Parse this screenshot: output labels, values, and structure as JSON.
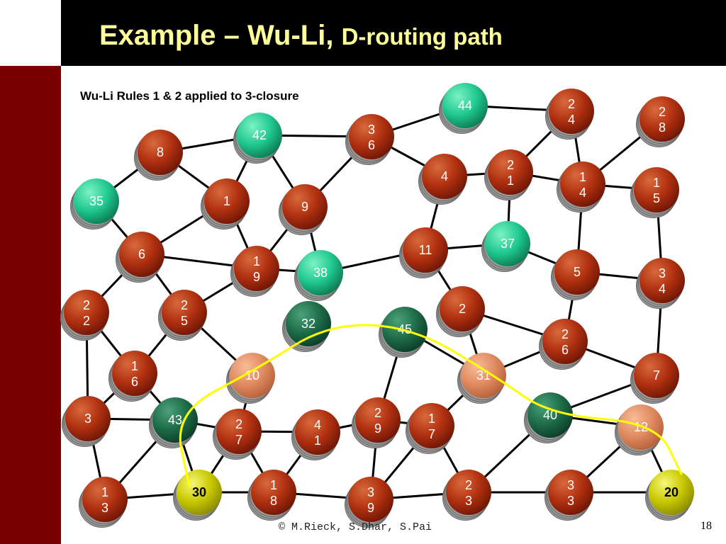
{
  "slide": {
    "title_main": "Example – Wu-Li, ",
    "title_sub": "D-routing path",
    "subtitle": "Wu-Li Rules 1 & 2 applied to 3-closure",
    "copyright": "© M.Rieck, S.Dhar, S.Pai",
    "page_number": "18"
  },
  "colors": {
    "header": "#000000",
    "title": "#ffff99",
    "sidebar": "#7a0000",
    "regular": "#b03010",
    "dominating": "#20c890",
    "path_dominating": "#1e6b48",
    "path_intermediate": "#e08a60",
    "endpoint": "#c8c800",
    "path": "#ffff00"
  },
  "nodes": [
    {
      "id": "44",
      "lines": [
        "44"
      ],
      "type": "dominating"
    },
    {
      "id": "24",
      "lines": [
        "2",
        "4"
      ],
      "type": "regular"
    },
    {
      "id": "28",
      "lines": [
        "2",
        "8"
      ],
      "type": "regular"
    },
    {
      "id": "42",
      "lines": [
        "42"
      ],
      "type": "dominating"
    },
    {
      "id": "36",
      "lines": [
        "3",
        "6"
      ],
      "type": "regular"
    },
    {
      "id": "8",
      "lines": [
        "8"
      ],
      "type": "regular"
    },
    {
      "id": "4",
      "lines": [
        "4"
      ],
      "type": "regular"
    },
    {
      "id": "21",
      "lines": [
        "2",
        "1"
      ],
      "type": "regular"
    },
    {
      "id": "14",
      "lines": [
        "1",
        "4"
      ],
      "type": "regular"
    },
    {
      "id": "15",
      "lines": [
        "1",
        "5"
      ],
      "type": "regular"
    },
    {
      "id": "35",
      "lines": [
        "35"
      ],
      "type": "dominating"
    },
    {
      "id": "1",
      "lines": [
        "1"
      ],
      "type": "regular"
    },
    {
      "id": "9",
      "lines": [
        "9"
      ],
      "type": "regular"
    },
    {
      "id": "11",
      "lines": [
        "11"
      ],
      "type": "regular"
    },
    {
      "id": "37",
      "lines": [
        "37"
      ],
      "type": "dominating"
    },
    {
      "id": "6",
      "lines": [
        "6"
      ],
      "type": "regular"
    },
    {
      "id": "19",
      "lines": [
        "1",
        "9"
      ],
      "type": "regular"
    },
    {
      "id": "38",
      "lines": [
        "38"
      ],
      "type": "dominating"
    },
    {
      "id": "5",
      "lines": [
        "5"
      ],
      "type": "regular"
    },
    {
      "id": "34",
      "lines": [
        "3",
        "4"
      ],
      "type": "regular"
    },
    {
      "id": "22",
      "lines": [
        "2",
        "2"
      ],
      "type": "regular"
    },
    {
      "id": "25",
      "lines": [
        "2",
        "5"
      ],
      "type": "regular"
    },
    {
      "id": "2",
      "lines": [
        "2"
      ],
      "type": "regular"
    },
    {
      "id": "32",
      "lines": [
        "32"
      ],
      "type": "path_dominating"
    },
    {
      "id": "45",
      "lines": [
        "45"
      ],
      "type": "path_dominating"
    },
    {
      "id": "26",
      "lines": [
        "2",
        "6"
      ],
      "type": "regular"
    },
    {
      "id": "16",
      "lines": [
        "1",
        "6"
      ],
      "type": "regular"
    },
    {
      "id": "10",
      "lines": [
        "10"
      ],
      "type": "path_intermediate"
    },
    {
      "id": "31",
      "lines": [
        "31"
      ],
      "type": "path_intermediate"
    },
    {
      "id": "7",
      "lines": [
        "7"
      ],
      "type": "regular"
    },
    {
      "id": "3",
      "lines": [
        "3"
      ],
      "type": "regular"
    },
    {
      "id": "43",
      "lines": [
        "43"
      ],
      "type": "path_dominating"
    },
    {
      "id": "27",
      "lines": [
        "2",
        "7"
      ],
      "type": "regular"
    },
    {
      "id": "41",
      "lines": [
        "4",
        "1"
      ],
      "type": "regular"
    },
    {
      "id": "29",
      "lines": [
        "2",
        "9"
      ],
      "type": "regular"
    },
    {
      "id": "17",
      "lines": [
        "1",
        "7"
      ],
      "type": "regular"
    },
    {
      "id": "40",
      "lines": [
        "40"
      ],
      "type": "path_dominating"
    },
    {
      "id": "12",
      "lines": [
        "12"
      ],
      "type": "path_intermediate"
    },
    {
      "id": "13",
      "lines": [
        "1",
        "3"
      ],
      "type": "regular"
    },
    {
      "id": "30",
      "lines": [
        "30"
      ],
      "type": "endpoint"
    },
    {
      "id": "18",
      "lines": [
        "1",
        "8"
      ],
      "type": "regular"
    },
    {
      "id": "39",
      "lines": [
        "3",
        "9"
      ],
      "type": "regular"
    },
    {
      "id": "23",
      "lines": [
        "2",
        "3"
      ],
      "type": "regular"
    },
    {
      "id": "33",
      "lines": [
        "3",
        "3"
      ],
      "type": "regular"
    },
    {
      "id": "20",
      "lines": [
        "20"
      ],
      "type": "endpoint"
    }
  ],
  "edges": [
    [
      "44",
      "24"
    ],
    [
      "44",
      "36"
    ],
    [
      "24",
      "21"
    ],
    [
      "24",
      "14"
    ],
    [
      "28",
      "14"
    ],
    [
      "42",
      "8"
    ],
    [
      "42",
      "36"
    ],
    [
      "42",
      "1"
    ],
    [
      "42",
      "9"
    ],
    [
      "8",
      "35"
    ],
    [
      "8",
      "1"
    ],
    [
      "36",
      "9"
    ],
    [
      "36",
      "4"
    ],
    [
      "4",
      "21"
    ],
    [
      "4",
      "11"
    ],
    [
      "21",
      "14"
    ],
    [
      "21",
      "37"
    ],
    [
      "14",
      "15"
    ],
    [
      "14",
      "5"
    ],
    [
      "15",
      "34"
    ],
    [
      "35",
      "6"
    ],
    [
      "1",
      "6"
    ],
    [
      "1",
      "19"
    ],
    [
      "9",
      "19"
    ],
    [
      "9",
      "38"
    ],
    [
      "6",
      "19"
    ],
    [
      "6",
      "22"
    ],
    [
      "6",
      "25"
    ],
    [
      "19",
      "38"
    ],
    [
      "19",
      "25"
    ],
    [
      "38",
      "11"
    ],
    [
      "11",
      "37"
    ],
    [
      "11",
      "2"
    ],
    [
      "37",
      "5"
    ],
    [
      "5",
      "34"
    ],
    [
      "5",
      "26"
    ],
    [
      "34",
      "7"
    ],
    [
      "22",
      "16"
    ],
    [
      "22",
      "3"
    ],
    [
      "25",
      "16"
    ],
    [
      "25",
      "10"
    ],
    [
      "2",
      "31"
    ],
    [
      "2",
      "26"
    ],
    [
      "26",
      "31"
    ],
    [
      "26",
      "7"
    ],
    [
      "45",
      "29"
    ],
    [
      "45",
      "31"
    ],
    [
      "16",
      "43"
    ],
    [
      "16",
      "3"
    ],
    [
      "10",
      "27"
    ],
    [
      "31",
      "17"
    ],
    [
      "7",
      "40"
    ],
    [
      "3",
      "43"
    ],
    [
      "3",
      "13"
    ],
    [
      "43",
      "27"
    ],
    [
      "43",
      "30"
    ],
    [
      "27",
      "41"
    ],
    [
      "27",
      "18"
    ],
    [
      "41",
      "29"
    ],
    [
      "41",
      "18"
    ],
    [
      "29",
      "17"
    ],
    [
      "29",
      "39"
    ],
    [
      "17",
      "23"
    ],
    [
      "40",
      "23"
    ],
    [
      "40",
      "12"
    ],
    [
      "12",
      "33"
    ],
    [
      "12",
      "20"
    ],
    [
      "13",
      "30"
    ],
    [
      "30",
      "18"
    ],
    [
      "18",
      "39"
    ],
    [
      "39",
      "23"
    ],
    [
      "39",
      "17"
    ],
    [
      "23",
      "33"
    ],
    [
      "33",
      "20"
    ],
    [
      "13",
      "43"
    ],
    [
      "30",
      "27"
    ]
  ],
  "path": [
    "30",
    "43",
    "10",
    "32",
    "45",
    "31",
    "40",
    "12",
    "20"
  ]
}
